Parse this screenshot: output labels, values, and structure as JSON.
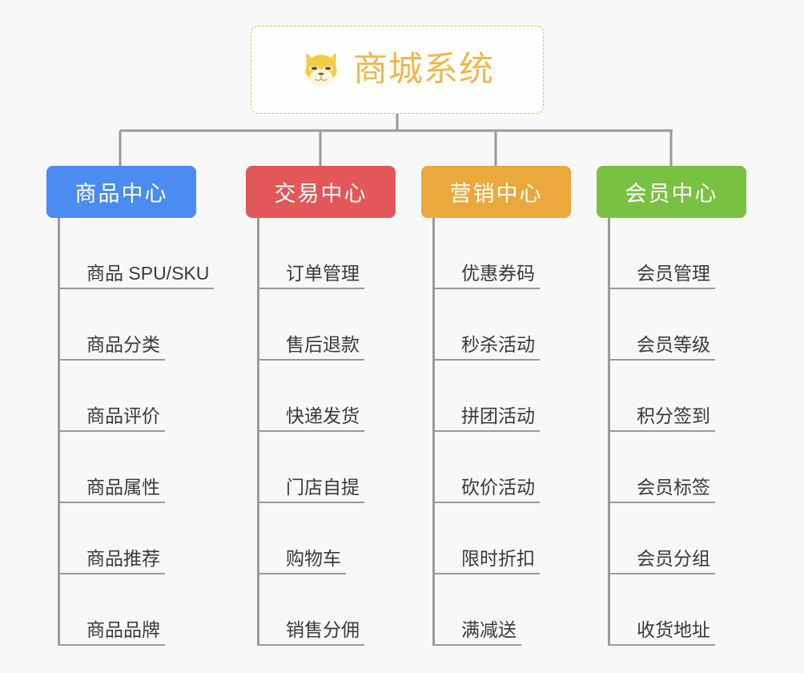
{
  "background_color": "#f8f8f8",
  "root": {
    "title": "商城系统",
    "icon": "shiba-inu-dog-face-icon",
    "text_color": "#f0b849",
    "border_color": "#f0b94a",
    "fill_color": "#fefefe"
  },
  "connector_color": "#9a9a9a",
  "categories": [
    {
      "label": "商品中心",
      "color": "#4a8cf0",
      "items": [
        "商品 SPU/SKU",
        "商品分类",
        "商品评价",
        "商品属性",
        "商品推荐",
        "商品品牌"
      ]
    },
    {
      "label": "交易中心",
      "color": "#e2585a",
      "items": [
        "订单管理",
        "售后退款",
        "快递发货",
        "门店自提",
        "购物车",
        "销售分佣"
      ]
    },
    {
      "label": "营销中心",
      "color": "#eba83c",
      "items": [
        "优惠券码",
        "秒杀活动",
        "拼团活动",
        "砍价活动",
        "限时折扣",
        "满减送"
      ]
    },
    {
      "label": "会员中心",
      "color": "#79c142",
      "items": [
        "会员管理",
        "会员等级",
        "积分签到",
        "会员标签",
        "会员分组",
        "收货地址"
      ]
    }
  ]
}
